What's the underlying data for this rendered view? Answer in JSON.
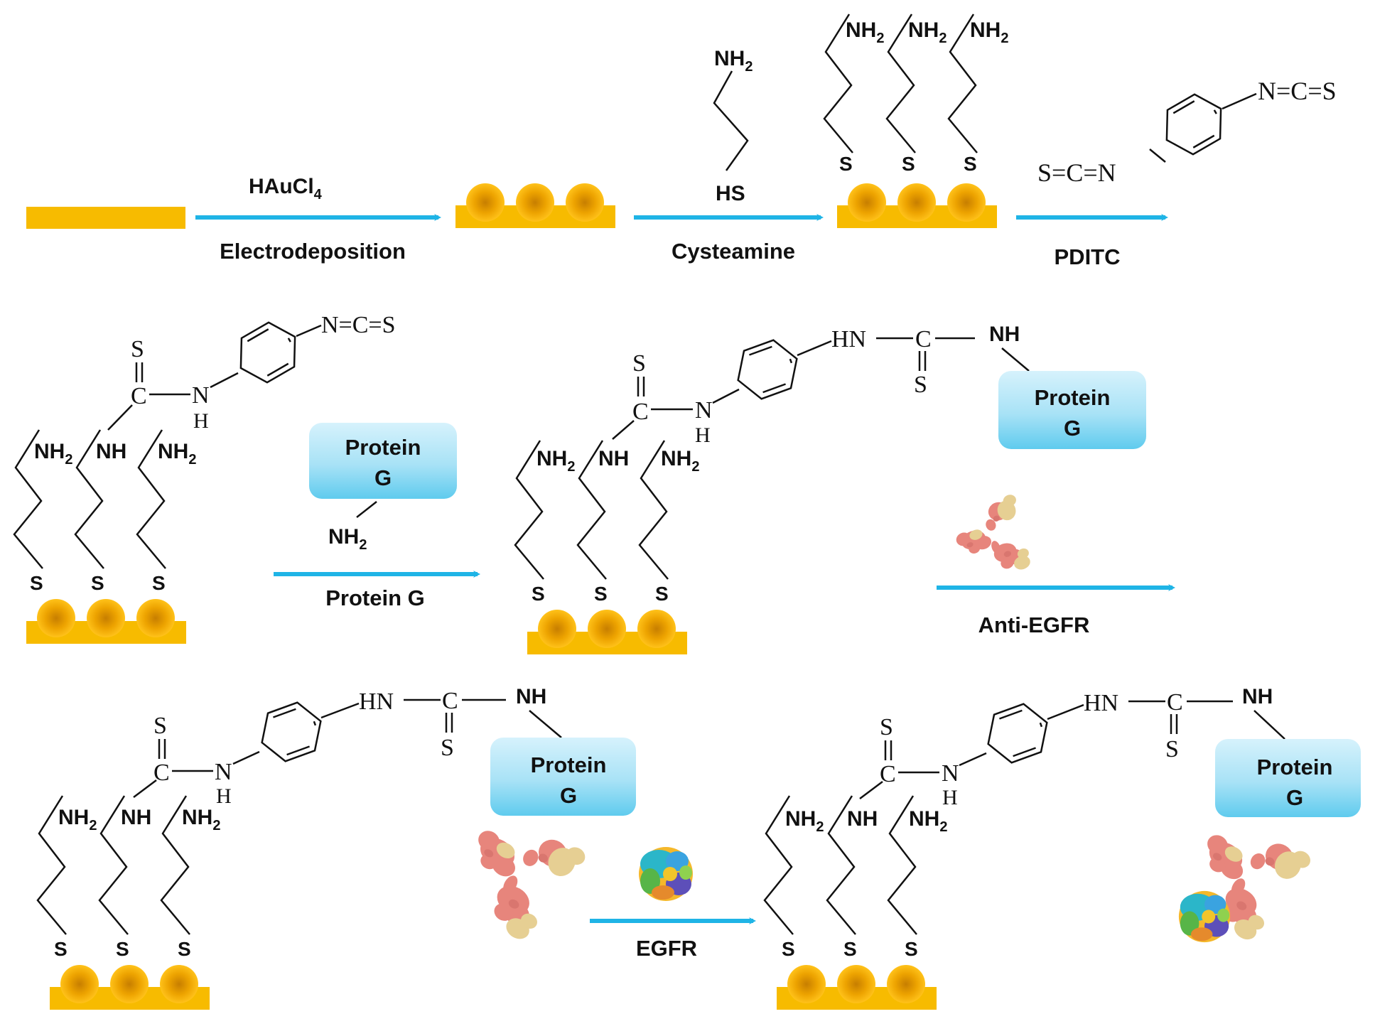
{
  "steps": {
    "s1": {
      "reagent": "HAuCl",
      "reagent_sub": "4",
      "label": "Electrodeposition"
    },
    "s2": {
      "amine": "NH",
      "amine_sub": "2",
      "thiol": "HS",
      "label": "Cysteamine"
    },
    "s3": {
      "left": "S=C=N",
      "right": "N=C=S",
      "label": "PDITC"
    },
    "s4": {
      "box_line1": "Protein",
      "box_line2": "G",
      "amine": "NH",
      "amine_sub": "2",
      "label": "Protein G"
    },
    "s5": {
      "label": "Anti-EGFR"
    },
    "s6": {
      "label": "EGFR"
    }
  },
  "atoms": {
    "nh2": "NH",
    "sub2": "2",
    "nh": "NH",
    "s": "S",
    "n": "N",
    "h": "H",
    "c": "C",
    "hn": "HN",
    "ncs": "N=C=S"
  },
  "protein_box": {
    "line1": "Protein",
    "line2": "G"
  },
  "colors": {
    "gold": "#f7bb00",
    "arrow": "#1fb4e6",
    "protein_box": "#a6e1f6",
    "antibody_pink": "#e7857c",
    "antibody_tan": "#e6cf93"
  }
}
